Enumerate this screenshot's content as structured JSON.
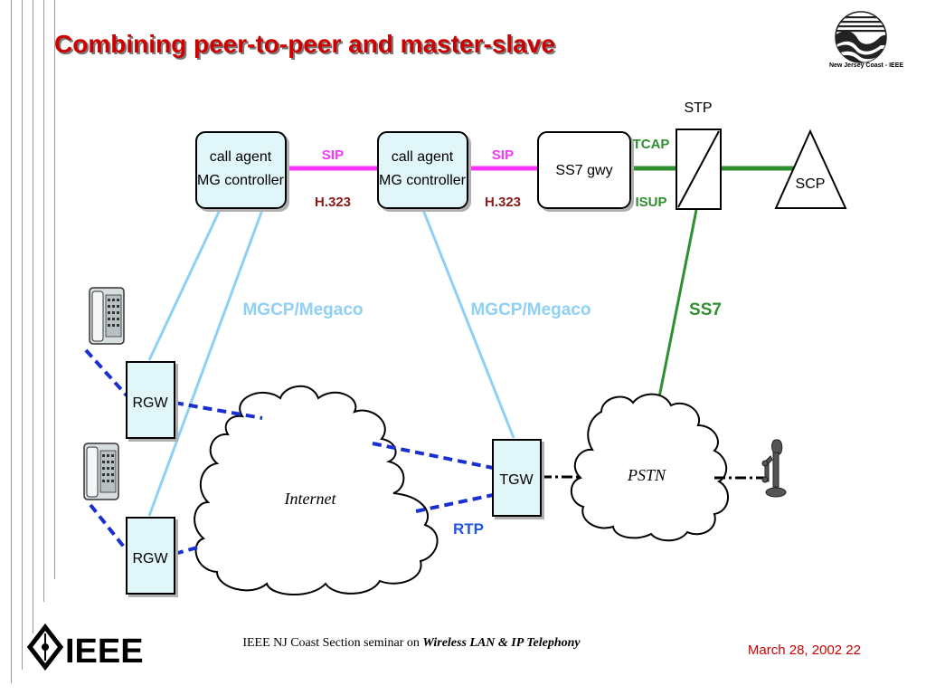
{
  "slide": {
    "title": "Combining peer-to-peer and master-slave"
  },
  "colors": {
    "title": "#cc0000",
    "sip": "#ff33ff",
    "h323": "#8b1a1a",
    "ss7_link": "#2f8f2f",
    "mgcp": "#8fd0f5",
    "rtp_label": "#2255dd",
    "dashed_link": "#1a2fd0",
    "node_fill": "#e0f6f8"
  },
  "diagram": {
    "call_agent_1": {
      "line1": "call agent",
      "line2": "MG controller"
    },
    "call_agent_2": {
      "line1": "call agent",
      "line2": "MG controller"
    },
    "ss7_gateway": "SS7 gwy",
    "stp": "STP",
    "scp": "SCP",
    "rgw_top": "RGW",
    "rgw_bottom": "RGW",
    "tgw": "TGW",
    "internet": "Internet",
    "pstn": "PSTN",
    "labels": {
      "sip_1": "SIP",
      "h323_1": "H.323",
      "sip_2": "SIP",
      "h323_2": "H.323",
      "tcap": "TCAP",
      "isup": "ISUP",
      "mgcp_1": "MGCP/Megaco",
      "mgcp_2": "MGCP/Megaco",
      "ss7": "SS7",
      "rtp": "RTP"
    }
  },
  "logos": {
    "nj_coast": "New Jersey Coast - IEEE",
    "ieee": "IEEE"
  },
  "footer": {
    "seminar_prefix": "IEEE NJ Coast Section seminar on ",
    "seminar_topic": "Wireless LAN & IP Telephony",
    "date_page": "March 28, 2002 22"
  }
}
